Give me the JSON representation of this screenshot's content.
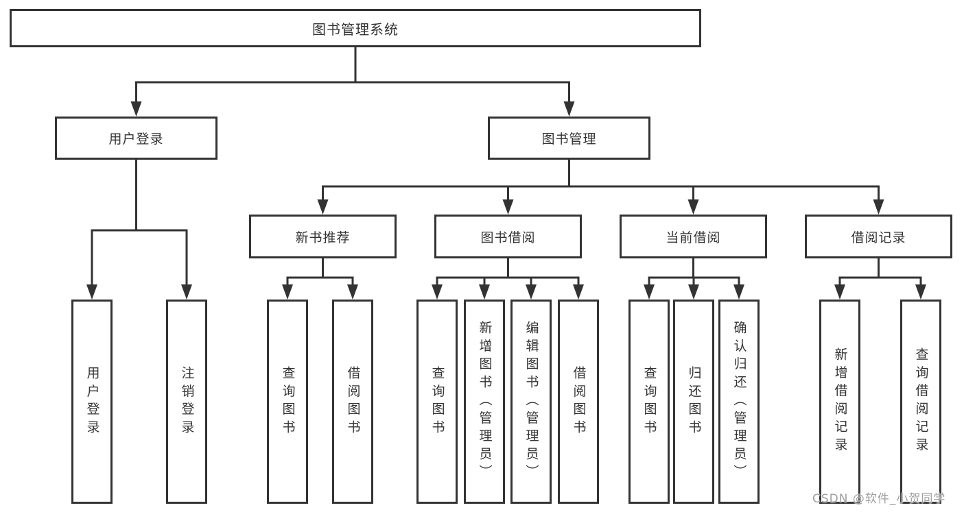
{
  "diagram_type": "hierarchy",
  "colors": {
    "line": "#333333",
    "box_border": "#333333",
    "box_fill": "#ffffff",
    "text": "#333333",
    "watermark_text": "#9e9e9e",
    "background": "#ffffff"
  },
  "tree": {
    "root": {
      "label": "图书管理系统"
    },
    "branches": [
      {
        "label": "用户登录",
        "children": [
          {
            "label": "用户登录"
          },
          {
            "label": "注销登录"
          }
        ]
      },
      {
        "label": "图书管理",
        "children": [
          {
            "label": "新书推荐",
            "children": [
              {
                "label": "查询图书"
              },
              {
                "label": "借阅图书"
              }
            ]
          },
          {
            "label": "图书借阅",
            "children": [
              {
                "label": "查询图书"
              },
              {
                "label": "新增图书（管理员）"
              },
              {
                "label": "编辑图书（管理员）"
              },
              {
                "label": "借阅图书"
              }
            ]
          },
          {
            "label": "当前借阅",
            "children": [
              {
                "label": "查询图书"
              },
              {
                "label": "归还图书"
              },
              {
                "label": "确认归还（管理员）"
              }
            ]
          },
          {
            "label": "借阅记录",
            "children": [
              {
                "label": "新增借阅记录"
              },
              {
                "label": "查询借阅记录"
              }
            ]
          }
        ]
      }
    ]
  },
  "watermark": {
    "text": "CSDN @软件_小贺同学"
  }
}
